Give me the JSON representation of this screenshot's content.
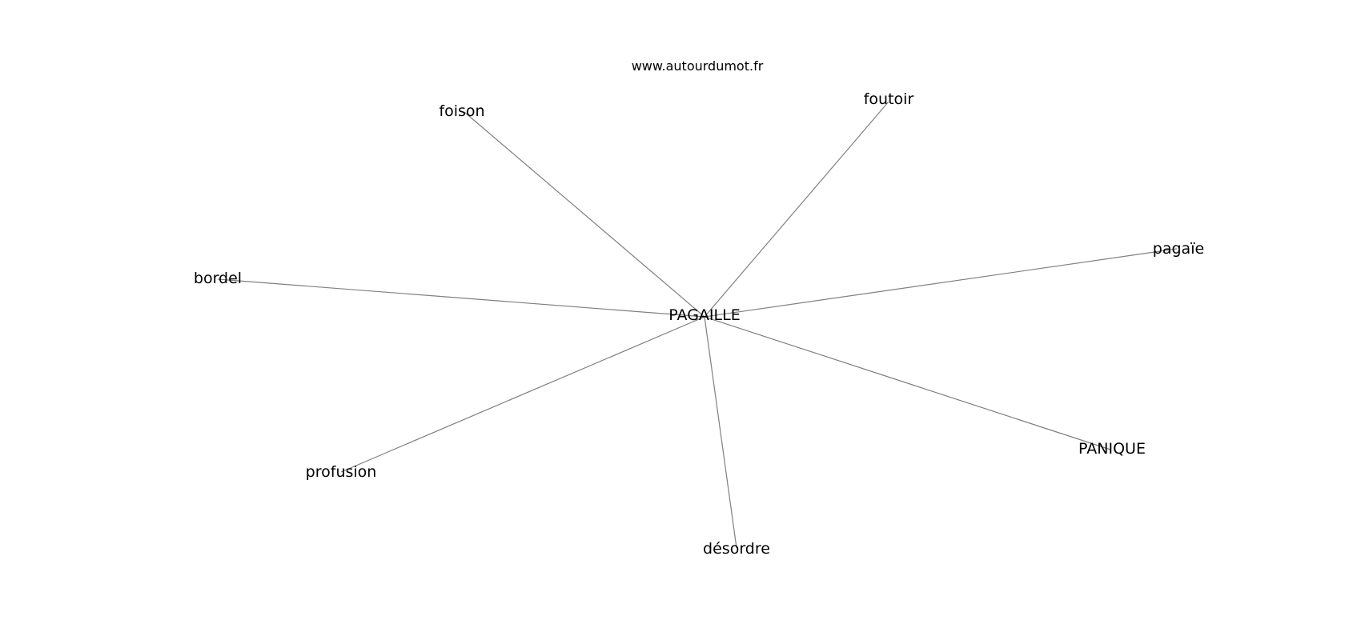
{
  "watermark": "www.autourdumot.fr",
  "graph": {
    "center": "PAGAILLE",
    "neighbors": [
      "foison",
      "foutoir",
      "pagaïe",
      "bordel",
      "PANIQUE",
      "profusion",
      "désordre"
    ]
  }
}
